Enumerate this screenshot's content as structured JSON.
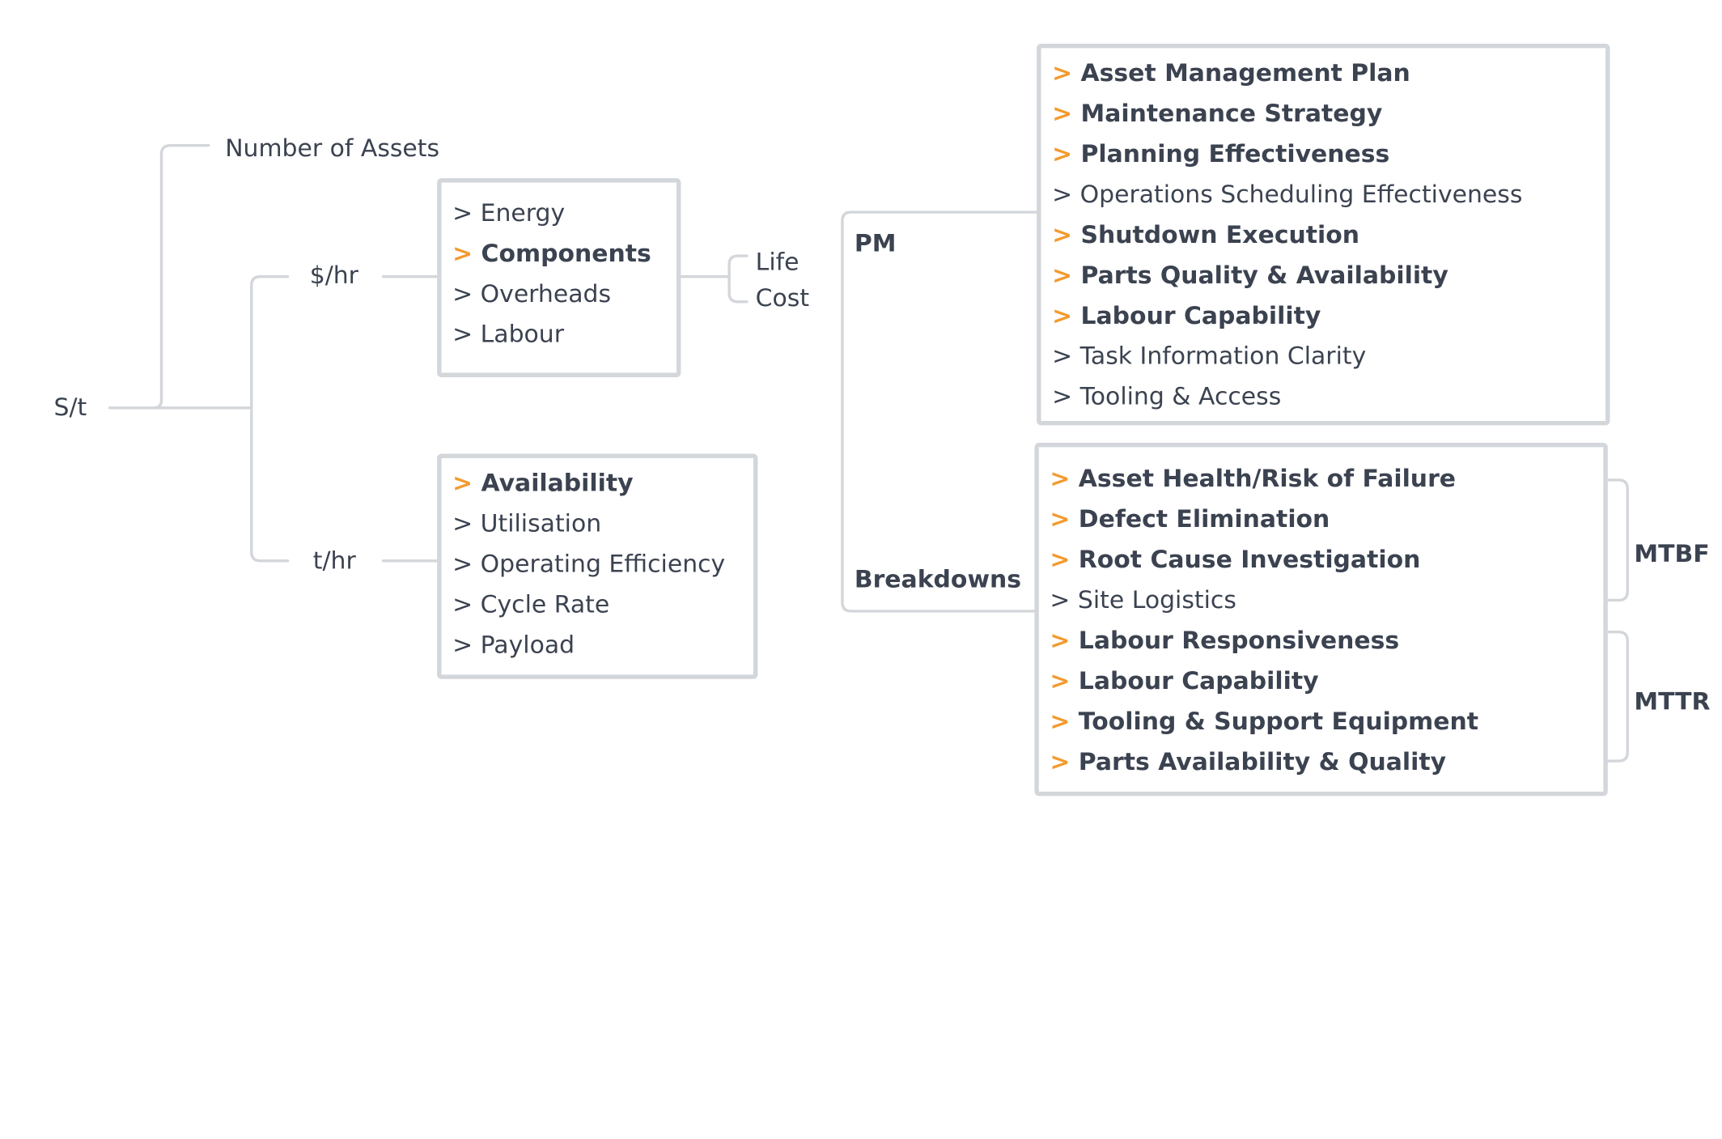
{
  "root": "S/t",
  "number_of_assets": "Number of Assets",
  "cost_rate": "$/hr",
  "throughput_rate": "t/hr",
  "life_cost": [
    "Life",
    "Cost"
  ],
  "pm_label": "PM",
  "breakdowns_label": "Breakdowns",
  "mtbf_label": "MTBF",
  "mttr_label": "MTTR",
  "highlight_color": "#f39a2e",
  "cost_box": [
    {
      "text": "Energy",
      "bold": false
    },
    {
      "text": "Components",
      "bold": true
    },
    {
      "text": "Overheads",
      "bold": false
    },
    {
      "text": "Labour",
      "bold": false
    }
  ],
  "rate_box": [
    {
      "text": "Availability",
      "bold": true
    },
    {
      "text": "Utilisation",
      "bold": false
    },
    {
      "text": "Operating Efficiency",
      "bold": false
    },
    {
      "text": "Cycle Rate",
      "bold": false
    },
    {
      "text": "Payload",
      "bold": false
    }
  ],
  "pm_box": [
    {
      "text": "Asset Management Plan",
      "bold": true
    },
    {
      "text": "Maintenance Strategy",
      "bold": true
    },
    {
      "text": "Planning Effectiveness",
      "bold": true
    },
    {
      "text": "Operations Scheduling Effectiveness",
      "bold": false
    },
    {
      "text": "Shutdown Execution",
      "bold": true
    },
    {
      "text": "Parts Quality & Availability",
      "bold": true
    },
    {
      "text": "Labour Capability",
      "bold": true
    },
    {
      "text": "Task Information Clarity",
      "bold": false
    },
    {
      "text": "Tooling & Access",
      "bold": false
    }
  ],
  "breakdown_box": [
    {
      "text": "Asset Health/Risk of Failure",
      "bold": true
    },
    {
      "text": "Defect Elimination",
      "bold": true
    },
    {
      "text": "Root Cause Investigation",
      "bold": true
    },
    {
      "text": "Site Logistics",
      "bold": false
    },
    {
      "text": "Labour Responsiveness",
      "bold": true
    },
    {
      "text": "Labour Capability",
      "bold": true
    },
    {
      "text": "Tooling & Support Equipment",
      "bold": true
    },
    {
      "text": "Parts Availability & Quality",
      "bold": true
    }
  ]
}
